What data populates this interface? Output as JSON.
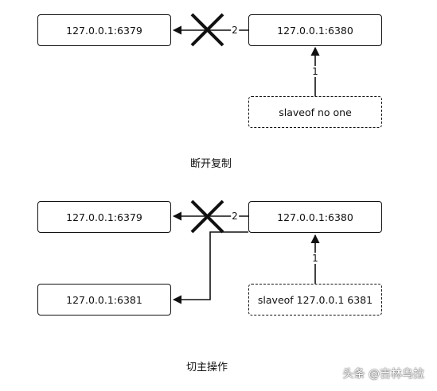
{
  "diagram_top": {
    "node_master": "127.0.0.1:6379",
    "node_slave": "127.0.0.1:6380",
    "node_command": "slaveof no one",
    "edge_step1_label": "1",
    "edge_step2_label": "2",
    "caption": "断开复制"
  },
  "diagram_bottom": {
    "node_old_master": "127.0.0.1:6379",
    "node_slave": "127.0.0.1:6380",
    "node_new_master": "127.0.0.1:6381",
    "node_command": "slaveof 127.0.0.1 6381",
    "edge_step1_label": "1",
    "edge_step2_label": "2",
    "caption": "切主操作"
  },
  "watermark": "头条 @吉林乌拉",
  "colors": {
    "line": "#111111",
    "background": "#ffffff"
  }
}
